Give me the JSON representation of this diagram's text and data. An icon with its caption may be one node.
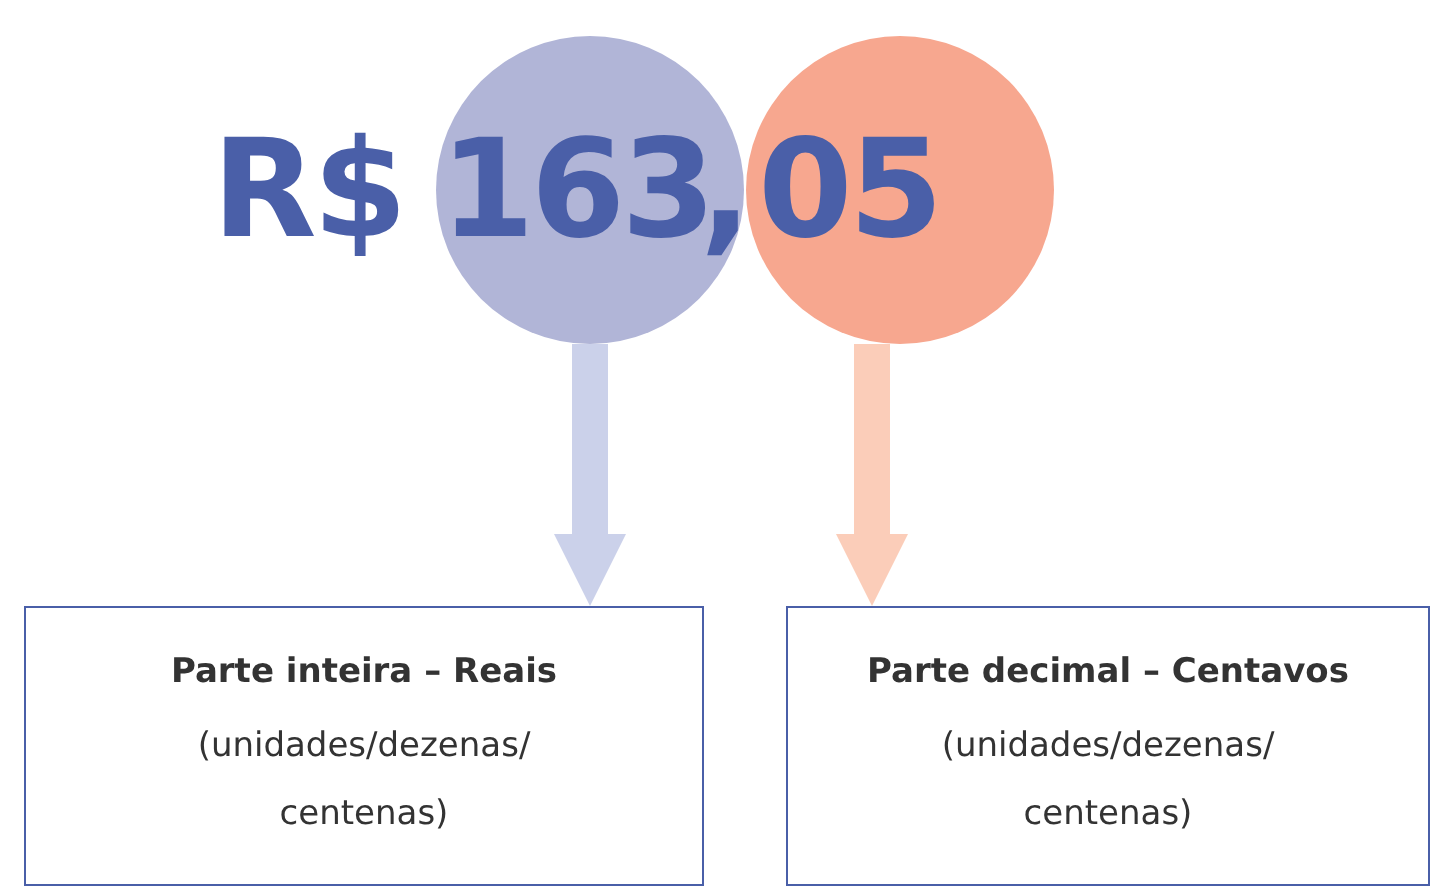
{
  "diagram": {
    "nodes": [
      {
        "text": [
          "163"
        ]
      },
      {
        "text": [
          "05"
        ]
      },
      {
        "text": [
          "Parte inteira – Reais",
          "(unidades/dezenas/ centenas)"
        ]
      },
      {
        "text": [
          "Parte decimal – Centavos",
          "(unidades/dezenas/ centenas)"
        ]
      }
    ],
    "edges": [
      {
        "from": 0,
        "to": 2,
        "arrow": "to",
        "color": "#cbd1ea"
      },
      {
        "from": 1,
        "to": 3,
        "arrow": "to",
        "color": "#fbcdb9"
      }
    ],
    "labels": [
      "R$",
      ","
    ]
  }
}
